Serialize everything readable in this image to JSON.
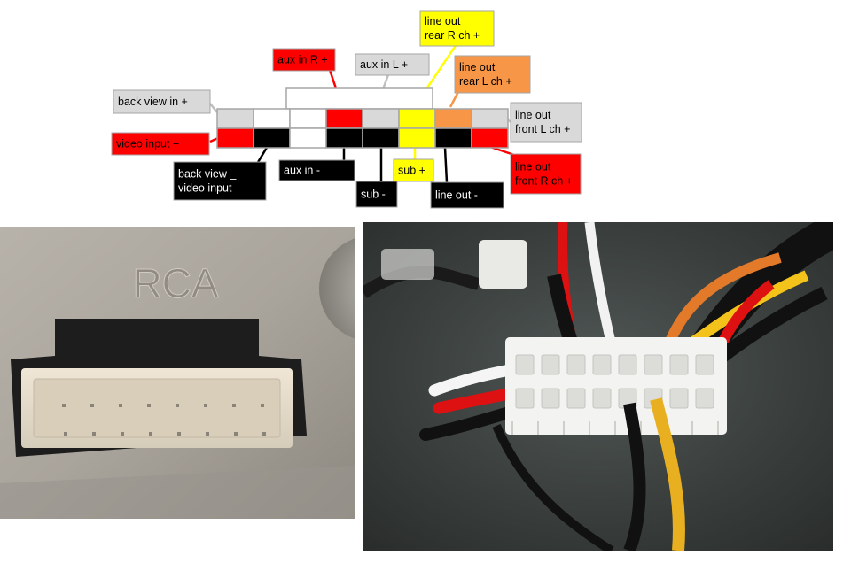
{
  "pinout": {
    "top_row": [
      {
        "color": "#d9d9d9"
      },
      {
        "color": "#ffffff"
      },
      {
        "color": "#ffffff"
      },
      {
        "color": "#ff0000"
      },
      {
        "color": "#d9d9d9"
      },
      {
        "color": "#ffff00"
      },
      {
        "color": "#f79646"
      },
      {
        "color": "#d9d9d9"
      }
    ],
    "bottom_row": [
      {
        "color": "#ff0000"
      },
      {
        "color": "#000000"
      },
      {
        "color": "#ffffff"
      },
      {
        "color": "#000000"
      },
      {
        "color": "#000000"
      },
      {
        "color": "#ffff00"
      },
      {
        "color": "#000000"
      },
      {
        "color": "#ff0000"
      }
    ]
  },
  "labels": {
    "back_view_in_plus": {
      "lines": [
        "back view in +"
      ],
      "bg": "#d9d9d9",
      "fg": "#000000"
    },
    "video_input_plus": {
      "lines": [
        "video input +"
      ],
      "bg": "#ff0000",
      "fg": "#000000"
    },
    "aux_in_r_plus": {
      "lines": [
        "aux in R +"
      ],
      "bg": "#ff0000",
      "fg": "#000000"
    },
    "aux_in_l_plus": {
      "lines": [
        "aux in L +"
      ],
      "bg": "#d9d9d9",
      "fg": "#000000"
    },
    "line_out_rear_r_plus": {
      "lines": [
        "line out",
        "rear R ch +"
      ],
      "bg": "#ffff00",
      "fg": "#000000"
    },
    "line_out_rear_l_plus": {
      "lines": [
        "line out",
        "rear L ch +"
      ],
      "bg": "#f79646",
      "fg": "#000000"
    },
    "line_out_front_l_plus": {
      "lines": [
        "line out",
        "front L ch +"
      ],
      "bg": "#d9d9d9",
      "fg": "#000000"
    },
    "back_view_video_input_minus": {
      "lines": [
        "back view  _",
        "video input"
      ],
      "bg": "#000000",
      "fg": "#ffffff"
    },
    "aux_in_minus": {
      "lines": [
        "aux in  -"
      ],
      "bg": "#000000",
      "fg": "#ffffff"
    },
    "sub_minus": {
      "lines": [
        "sub -"
      ],
      "bg": "#000000",
      "fg": "#ffffff"
    },
    "sub_plus": {
      "lines": [
        "sub +"
      ],
      "bg": "#ffff00",
      "fg": "#000000"
    },
    "line_out_minus": {
      "lines": [
        "line out -"
      ],
      "bg": "#000000",
      "fg": "#ffffff"
    },
    "line_out_front_r_plus": {
      "lines": [
        "line out",
        "front R ch +"
      ],
      "bg": "#ff0000",
      "fg": "#000000"
    }
  },
  "photos": {
    "socket": {
      "embossed_text": "RCA",
      "panel_color": "#a9a49c",
      "housing_color": "#e6dccb"
    },
    "plug": {
      "background_color": "#3d4140",
      "housing_color": "#f3f3f1"
    }
  }
}
